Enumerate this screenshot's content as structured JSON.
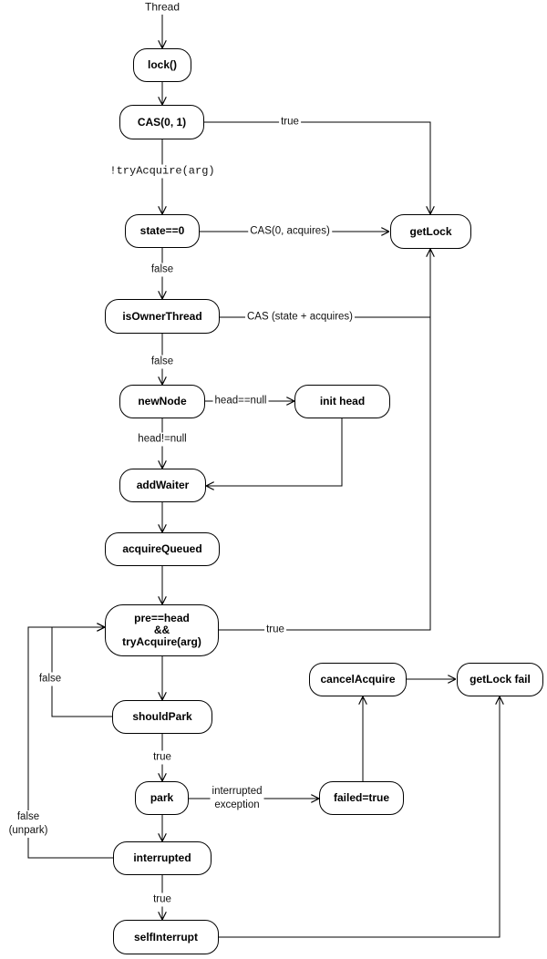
{
  "diagram": {
    "start_label": "Thread",
    "nodes": {
      "lock": "lock()",
      "cas": "CAS(0, 1)",
      "state_zero": "state==0",
      "get_lock": "getLock",
      "is_owner": "isOwnerThread",
      "new_node": "newNode",
      "init_head": "init head",
      "add_waiter": "addWaiter",
      "acquire_queued": "acquireQueued",
      "pre_head": "pre==head\n&&\ntryAcquire(arg)",
      "should_park": "shouldPark",
      "park": "park",
      "interrupted": "interrupted",
      "self_interrupt": "selfInterrupt",
      "cancel_acquire": "cancelAcquire",
      "get_lock_fail": "getLock fail",
      "failed_true": "failed=true"
    },
    "edge_labels": {
      "cas_true": "true",
      "try_acquire": "!tryAcquire(arg)",
      "cas_acquires": "CAS(0, acquires)",
      "state_false": "false",
      "cas_state_acquires": "CAS (state + acquires)",
      "owner_false": "false",
      "head_null": "head==null",
      "head_not_null": "head!=null",
      "pre_head_true": "true",
      "should_park_false": "false",
      "should_park_true": "true",
      "interrupted_exception": "interrupted\nexception",
      "false_unpark": "false\n(unpark)",
      "interrupted_true": "true"
    }
  }
}
